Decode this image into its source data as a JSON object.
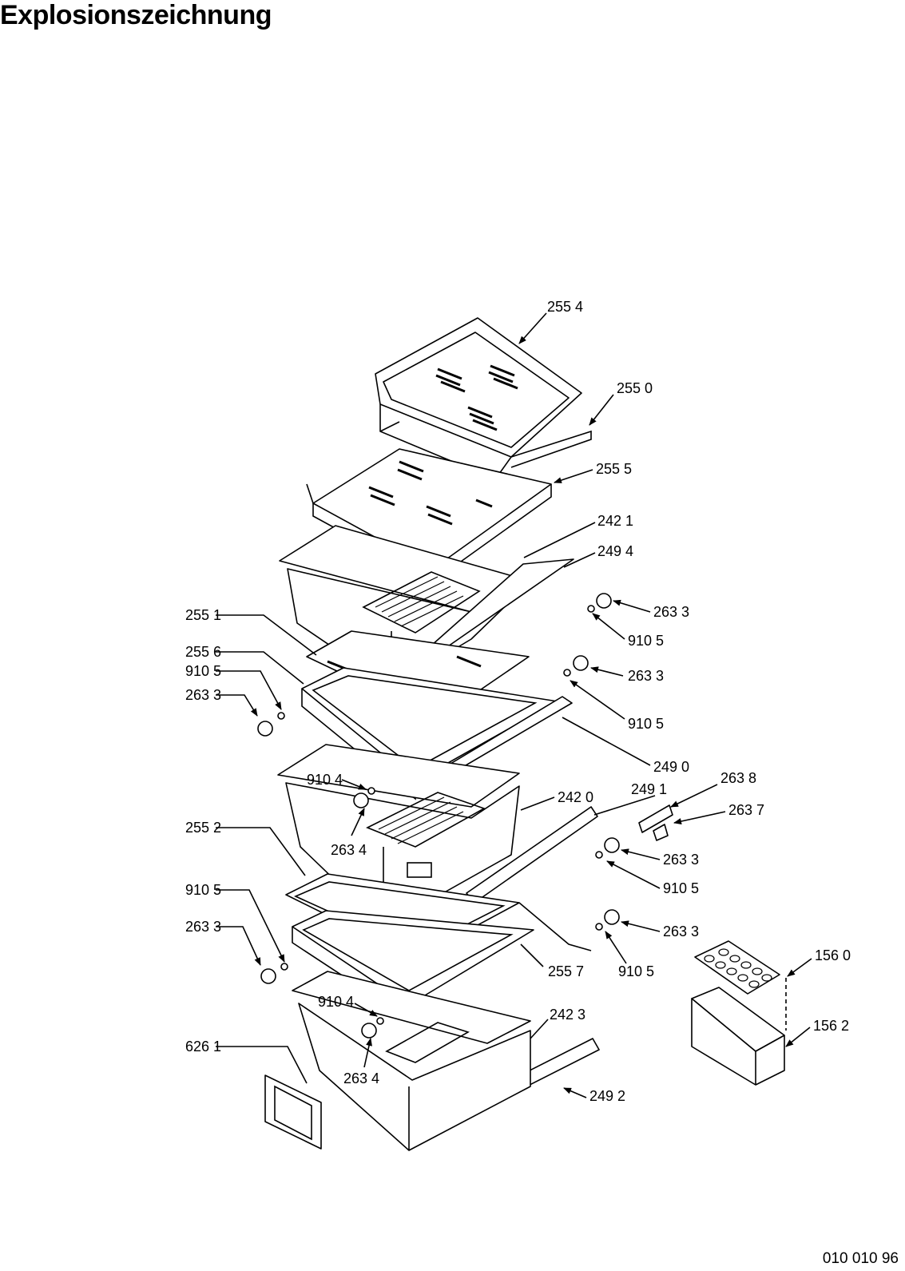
{
  "title": "Explosionszeichnung",
  "doc_number": "010 010 96",
  "labels": [
    {
      "id": "2554",
      "text": "255 4"
    },
    {
      "id": "2550",
      "text": "255 0"
    },
    {
      "id": "2555",
      "text": "255 5"
    },
    {
      "id": "2421",
      "text": "242 1"
    },
    {
      "id": "2494",
      "text": "249 4"
    },
    {
      "id": "2633a",
      "text": "263 3"
    },
    {
      "id": "9105a",
      "text": "910 5"
    },
    {
      "id": "2551",
      "text": "255 1"
    },
    {
      "id": "2556",
      "text": "255 6"
    },
    {
      "id": "9105b",
      "text": "910 5"
    },
    {
      "id": "2633b",
      "text": "263 3"
    },
    {
      "id": "2633c",
      "text": "263 3"
    },
    {
      "id": "9105c",
      "text": "910 5"
    },
    {
      "id": "2490",
      "text": "249 0"
    },
    {
      "id": "9104a",
      "text": "910 4"
    },
    {
      "id": "2638",
      "text": "263 8"
    },
    {
      "id": "2491",
      "text": "249 1"
    },
    {
      "id": "2420",
      "text": "242 0"
    },
    {
      "id": "2637",
      "text": "263 7"
    },
    {
      "id": "2552",
      "text": "255 2"
    },
    {
      "id": "2634a",
      "text": "263 4"
    },
    {
      "id": "2633d",
      "text": "263 3"
    },
    {
      "id": "9105d",
      "text": "910 5"
    },
    {
      "id": "9105e",
      "text": "910 5"
    },
    {
      "id": "2633e",
      "text": "263 3"
    },
    {
      "id": "2633f",
      "text": "263 3"
    },
    {
      "id": "2557",
      "text": "255 7"
    },
    {
      "id": "9105f",
      "text": "910 5"
    },
    {
      "id": "1560",
      "text": "156 0"
    },
    {
      "id": "9104b",
      "text": "910 4"
    },
    {
      "id": "2423",
      "text": "242 3"
    },
    {
      "id": "1562",
      "text": "156 2"
    },
    {
      "id": "6261",
      "text": "626 1"
    },
    {
      "id": "2634b",
      "text": "263 4"
    },
    {
      "id": "2492",
      "text": "249 2"
    }
  ]
}
